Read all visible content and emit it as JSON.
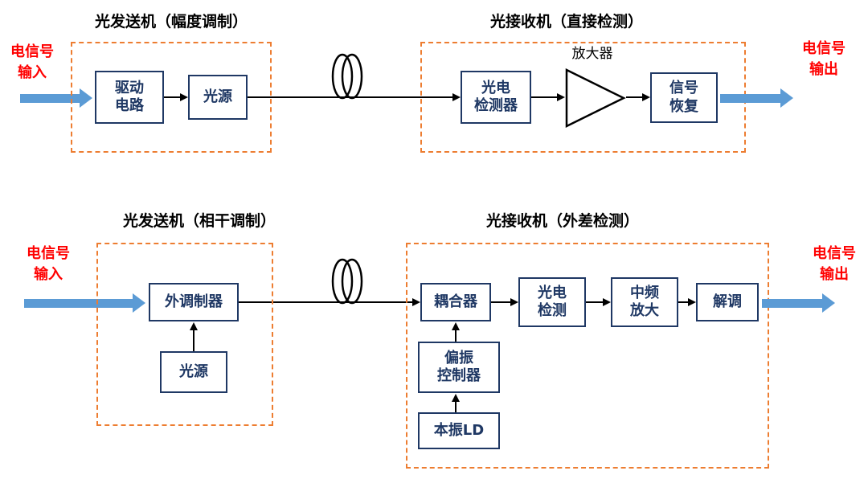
{
  "colors": {
    "box_border": "#1f3864",
    "box_text": "#1f3864",
    "dashed_border": "#ed7d31",
    "signal_text": "#ff0000",
    "blue_arrow": "#5b9bd5",
    "line": "#000000"
  },
  "top": {
    "transmitter_title": "光发送机（幅度调制）",
    "receiver_title": "光接收机（直接检测）",
    "input_label": "电信号\n输入",
    "output_label": "电信号\n输出",
    "drive_circuit": "驱动\n电路",
    "light_source": "光源",
    "photodetector": "光电\n检测器",
    "amplifier_label": "放大器",
    "signal_recovery": "信号\n恢复"
  },
  "bottom": {
    "transmitter_title": "光发送机（相干调制）",
    "receiver_title": "光接收机（外差检测）",
    "input_label": "电信号\n输入",
    "output_label": "电信号\n输出",
    "external_modulator": "外调制器",
    "light_source": "光源",
    "coupler": "耦合器",
    "photodetection": "光电\n检测",
    "if_amplifier": "中频\n放大",
    "demodulator": "解调",
    "polarization_controller": "偏振\n控制器",
    "local_oscillator": "本振LD"
  }
}
